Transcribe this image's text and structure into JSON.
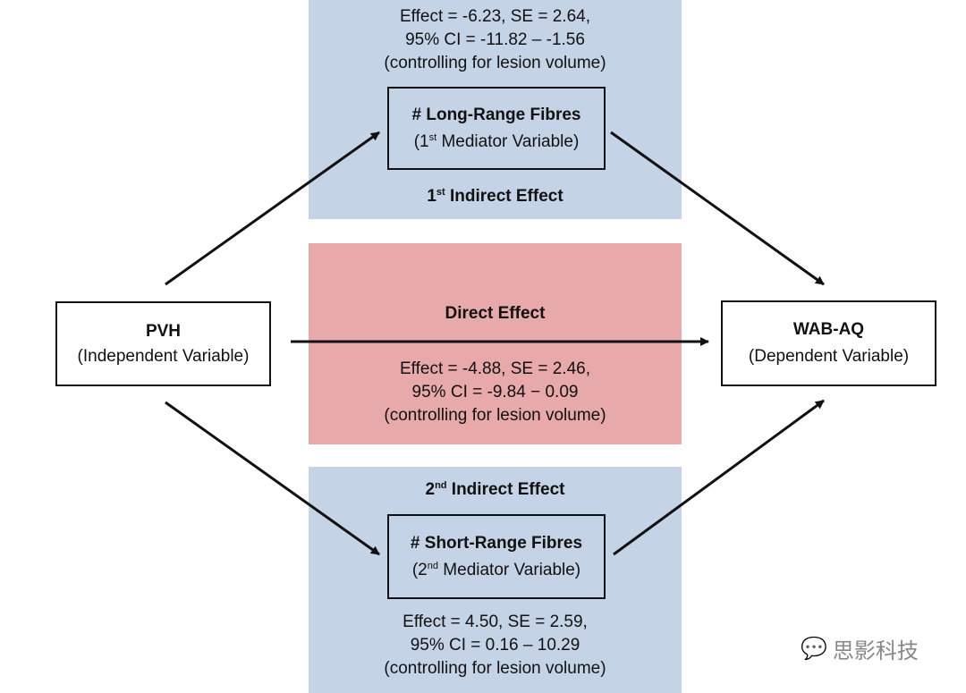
{
  "mediator1": {
    "stats": [
      "Effect = -6.23, SE = 2.64,",
      "95% CI = -11.82 – -1.56",
      "(controlling for lesion volume)"
    ],
    "title": "# Long-Range Fibres",
    "sub_pre": "(1",
    "sub_sup": "st",
    "sub_post": " Mediator Variable)",
    "effect_num": "1",
    "effect_sup": "st",
    "effect_label": " Indirect Effect"
  },
  "direct": {
    "title": "Direct Effect",
    "stats": [
      "Effect = -4.88, SE = 2.46,",
      "95% CI = -9.84 − 0.09",
      "(controlling for lesion volume)"
    ]
  },
  "mediator2": {
    "effect_num": "2",
    "effect_sup": "nd",
    "effect_label": " Indirect Effect",
    "title": "# Short-Range Fibres",
    "sub_pre": "(2",
    "sub_sup": "nd",
    "sub_post": " Mediator Variable)",
    "stats": [
      "Effect = 4.50, SE = 2.59,",
      "95% CI = 0.16 – 10.29",
      "(controlling for lesion volume)"
    ]
  },
  "independent": {
    "title": "PVH",
    "sub": "(Independent Variable)"
  },
  "dependent": {
    "title": "WAB-AQ",
    "sub": "(Dependent Variable)"
  },
  "watermark": "思影科技",
  "colors": {
    "mediator_panel": "#c5d3e6",
    "direct_panel": "#e7a9a9"
  }
}
